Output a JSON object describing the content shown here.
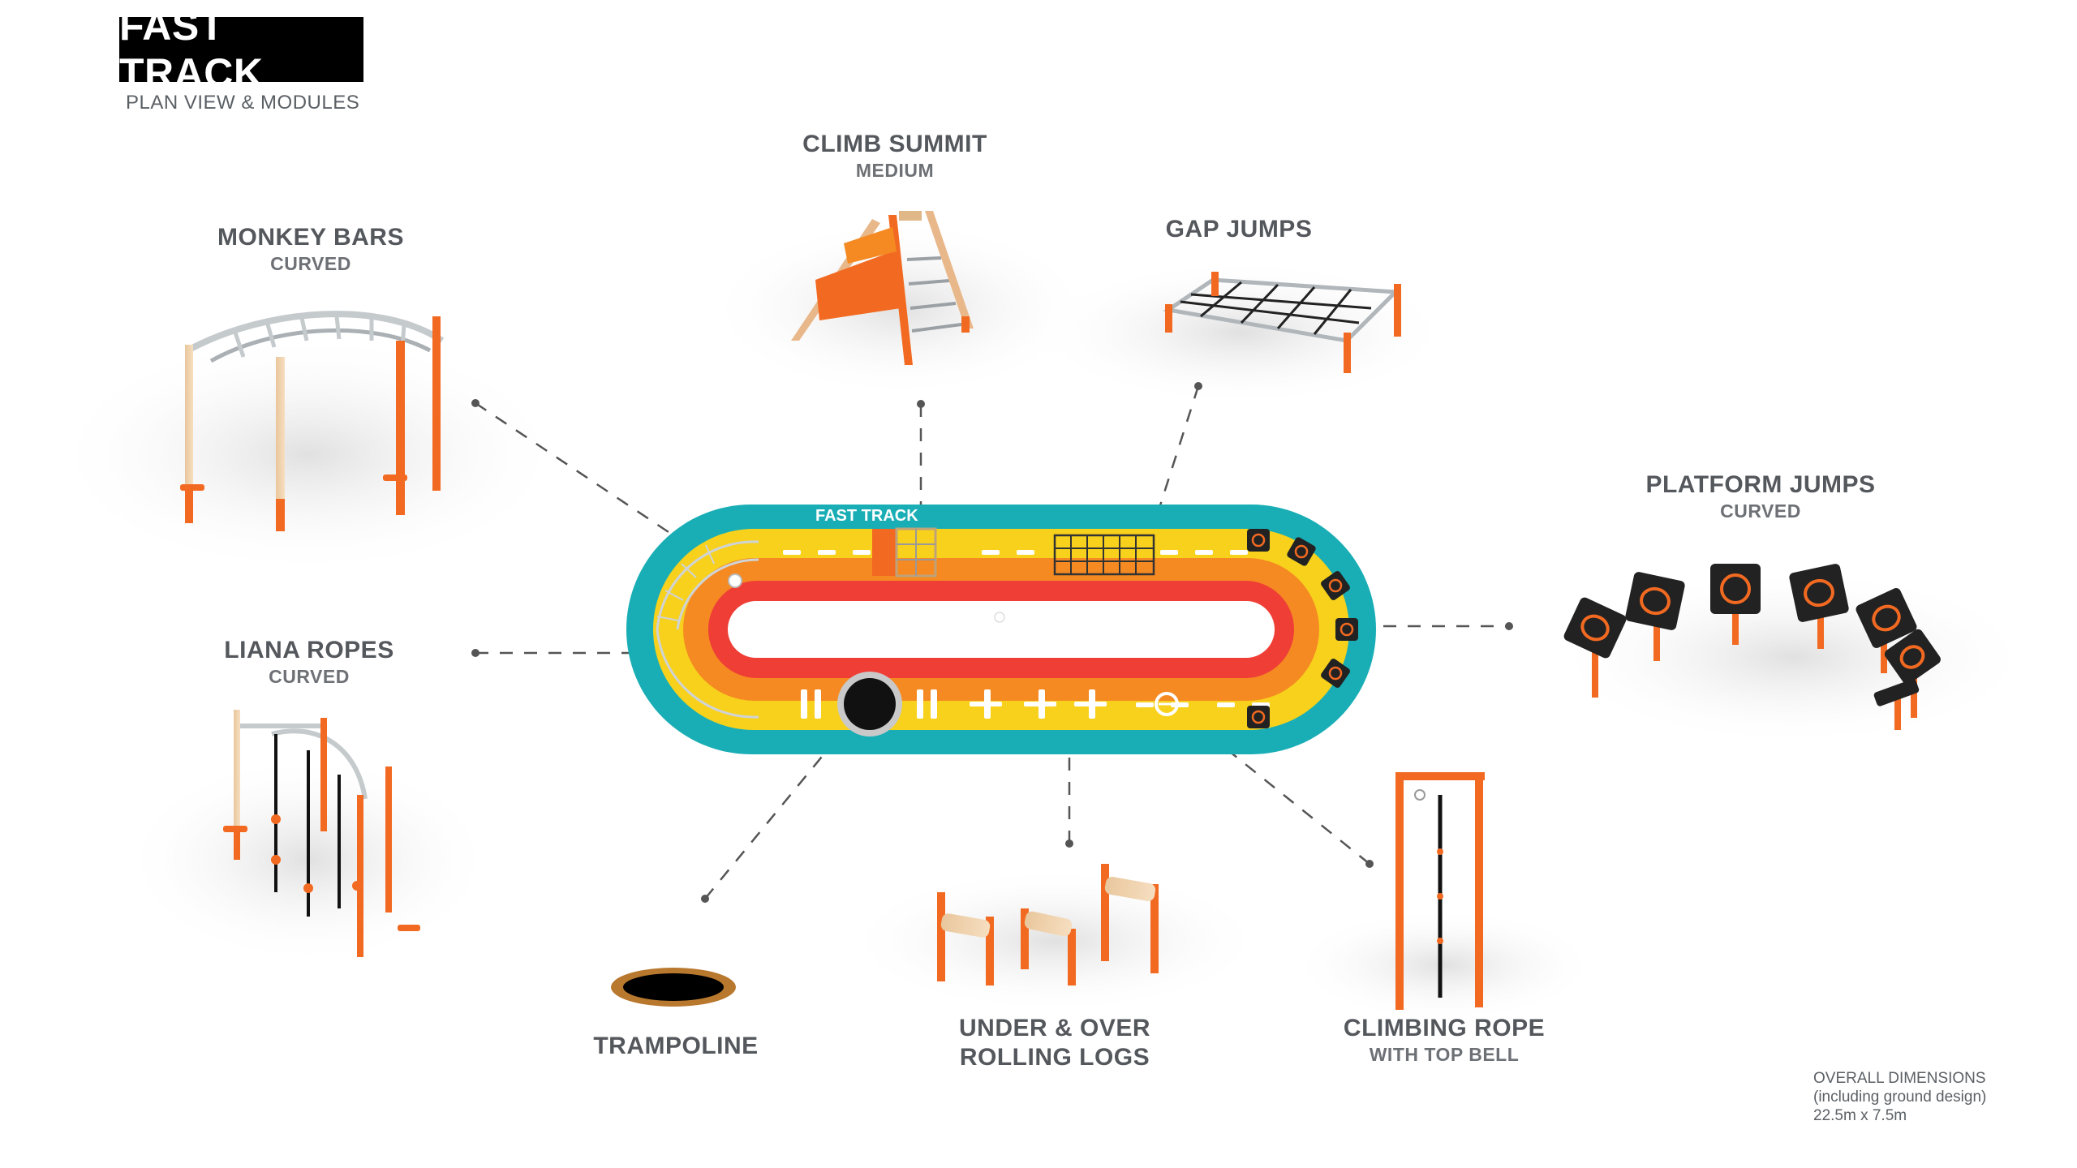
{
  "header": {
    "title": "FAST TRACK",
    "subtitle": "PLAN VIEW & MODULES"
  },
  "track": {
    "label": "FAST TRACK",
    "colors": {
      "outer": "#19aeb5",
      "yellow": "#f7d11c",
      "orange": "#f58a22",
      "red": "#ef3e36",
      "accent": "#f26a21",
      "panel": "#222222"
    }
  },
  "modules": {
    "monkey_bars": {
      "name": "MONKEY BARS",
      "variant": "CURVED"
    },
    "climb_summit": {
      "name": "CLIMB SUMMIT",
      "variant": "MEDIUM"
    },
    "gap_jumps": {
      "name": "GAP JUMPS"
    },
    "platform_jumps": {
      "name": "PLATFORM JUMPS",
      "variant": "CURVED"
    },
    "liana_ropes": {
      "name": "LIANA ROPES",
      "variant": "CURVED"
    },
    "trampoline": {
      "name": "TRAMPOLINE"
    },
    "rolling_logs": {
      "line1": "UNDER & OVER",
      "line2": "ROLLING LOGS"
    },
    "climbing_rope": {
      "name": "CLIMBING ROPE",
      "variant": "WITH TOP BELL"
    }
  },
  "dimensions": {
    "line1": "OVERALL DIMENSIONS",
    "line2": "(including ground design)",
    "line3": "22.5m x 7.5m"
  }
}
